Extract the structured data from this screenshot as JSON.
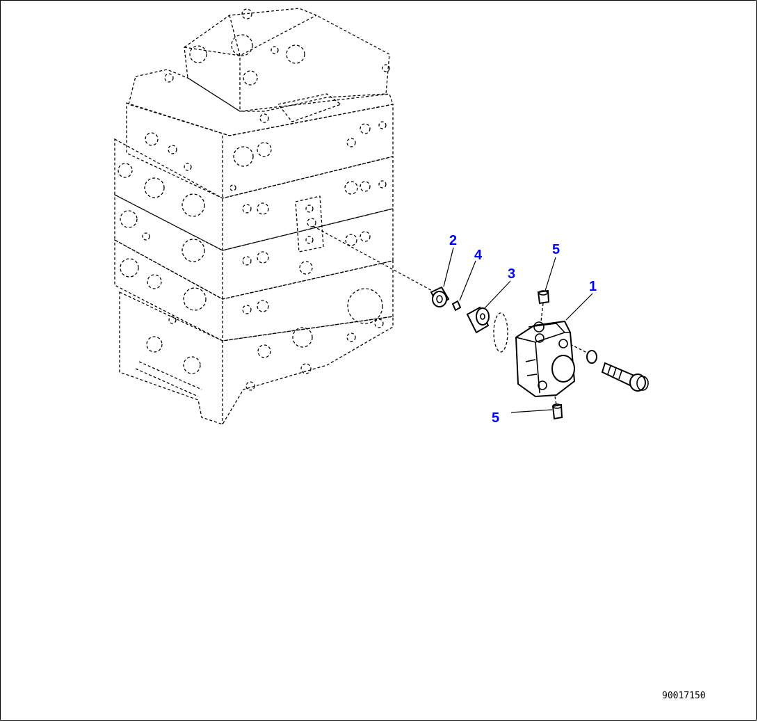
{
  "diagram": {
    "callouts": [
      {
        "id": "callout-1",
        "label": "1"
      },
      {
        "id": "callout-2",
        "label": "2"
      },
      {
        "id": "callout-3",
        "label": "3"
      },
      {
        "id": "callout-4",
        "label": "4"
      },
      {
        "id": "callout-5-top",
        "label": "5"
      },
      {
        "id": "callout-5-bottom",
        "label": "5"
      }
    ],
    "figure_number": "90017150",
    "callout_color": "#0000ff",
    "line_color": "#000000"
  }
}
